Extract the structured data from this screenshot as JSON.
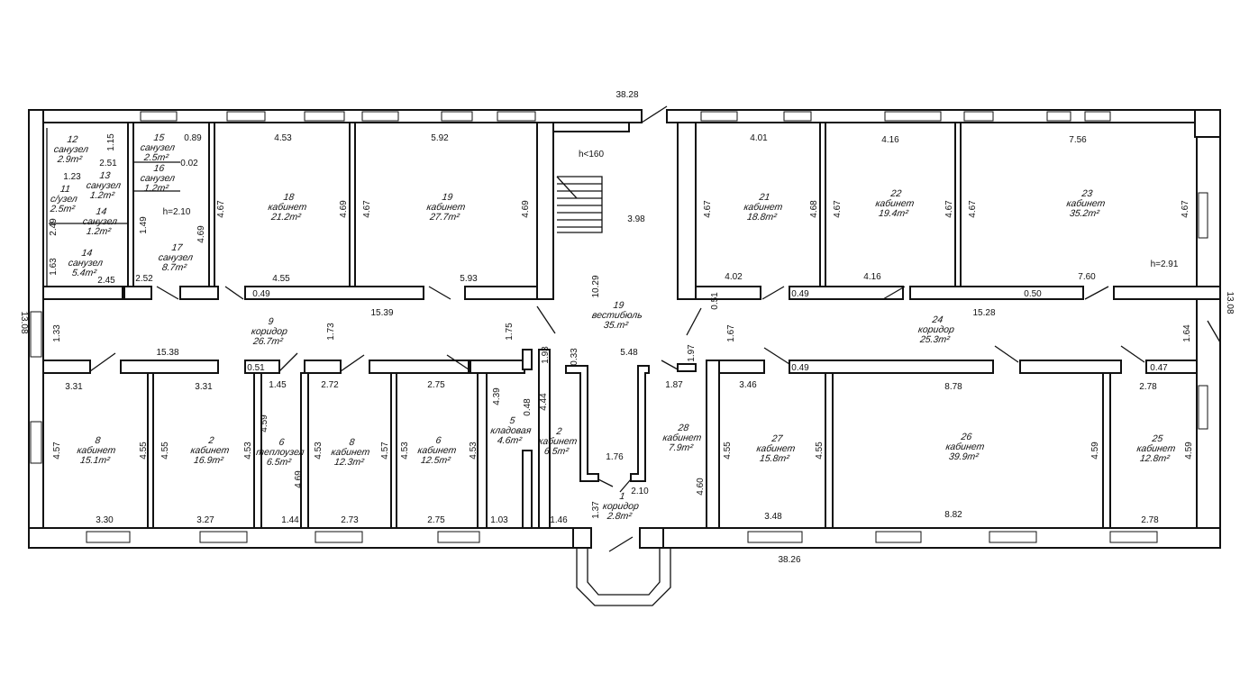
{
  "overall": {
    "top_length": "38.28",
    "bottom_length": "38.26",
    "left_height": "13.08",
    "right_height": "13.08"
  },
  "rooms": [
    {
      "id": "r12",
      "lines": [
        "12",
        "санузел",
        "2.9m²"
      ]
    },
    {
      "id": "r13",
      "lines": [
        "13",
        "санузел",
        "1.2m²"
      ]
    },
    {
      "id": "r11",
      "lines": [
        "11",
        "с/узел",
        "2.5m²"
      ]
    },
    {
      "id": "r14a",
      "lines": [
        "14",
        "санузел",
        "1.2m²"
      ]
    },
    {
      "id": "r14b",
      "lines": [
        "14",
        "санузел",
        "5.4m²"
      ]
    },
    {
      "id": "r15",
      "lines": [
        "15",
        "санузел",
        "2.5m²"
      ]
    },
    {
      "id": "r16",
      "lines": [
        "16",
        "санузел",
        "1.2m²"
      ]
    },
    {
      "id": "r17",
      "lines": [
        "17",
        "санузел",
        "8.7m²"
      ]
    },
    {
      "id": "r18",
      "lines": [
        "18",
        "кабинет",
        "21.2m²"
      ]
    },
    {
      "id": "r19a",
      "lines": [
        "19",
        "кабинет",
        "27.7m²"
      ]
    },
    {
      "id": "r21",
      "lines": [
        "21",
        "кабинет",
        "18.8m²"
      ]
    },
    {
      "id": "r22",
      "lines": [
        "22",
        "кабинет",
        "19.4m²"
      ]
    },
    {
      "id": "r23",
      "lines": [
        "23",
        "кабинет",
        "35.2m²"
      ]
    },
    {
      "id": "r9",
      "lines": [
        "9",
        "коридор",
        "26.7m²"
      ]
    },
    {
      "id": "r19hall",
      "lines": [
        "19",
        "вестибюль",
        "35.m²"
      ]
    },
    {
      "id": "r24",
      "lines": [
        "24",
        "коридор",
        "25.3m²"
      ]
    },
    {
      "id": "r8a",
      "lines": [
        "8",
        "кабинет",
        "15.1m²"
      ]
    },
    {
      "id": "r2a",
      "lines": [
        "2",
        "кабинет",
        "16.9m²"
      ]
    },
    {
      "id": "r6a",
      "lines": [
        "6",
        "теплоузел",
        "6.5m²"
      ]
    },
    {
      "id": "r8b",
      "lines": [
        "8",
        "кабинет",
        "12.3m²"
      ]
    },
    {
      "id": "r6b",
      "lines": [
        "6",
        "кабинет",
        "12.5m²"
      ]
    },
    {
      "id": "r5",
      "lines": [
        "5",
        "кладовая",
        "4.6m²"
      ]
    },
    {
      "id": "r2b",
      "lines": [
        "2",
        "кабинет",
        "6.5m²"
      ]
    },
    {
      "id": "r1",
      "lines": [
        "1",
        "коридор",
        "2.8m²"
      ]
    },
    {
      "id": "r28",
      "lines": [
        "28",
        "кабинет",
        "7.9m²"
      ]
    },
    {
      "id": "r27",
      "lines": [
        "27",
        "кабинет",
        "15.8m²"
      ]
    },
    {
      "id": "r26",
      "lines": [
        "26",
        "кабинет",
        "39.9m²"
      ]
    },
    {
      "id": "r25",
      "lines": [
        "25",
        "кабинет",
        "12.8m²"
      ]
    }
  ],
  "dimensions": [
    "0.89",
    "0.02",
    "1.15",
    "2.51",
    "1.23",
    "2.49",
    "1.63",
    "1.49",
    "4.69",
    "2.45",
    "2.52",
    "h=2.10",
    "4.53",
    "4.67",
    "4.69",
    "4.55",
    "0.49",
    "5.92",
    "4.67",
    "4.69",
    "5.93",
    "h<160",
    "3.98",
    "10.29",
    "4.01",
    "4.67",
    "4.68",
    "4.02",
    "4.16",
    "4.67",
    "4.67",
    "4.16",
    "7.56",
    "4.67",
    "4.67",
    "7.60",
    "h=2.91",
    "0.50",
    "0.49",
    "0.51",
    "1.33",
    "15.39",
    "1.73",
    "1.75",
    "15.38",
    "3.31",
    "3.31",
    "0.51",
    "1.45",
    "2.72",
    "2.75",
    "1.93",
    "0.33",
    "5.48",
    "1.97",
    "1.67",
    "15.28",
    "1.64",
    "0.49",
    "0.47",
    "4.57",
    "4.55",
    "4.55",
    "4.59",
    "4.53",
    "4.53",
    "4.57",
    "4.53",
    "4.53",
    "4.69",
    "4.39",
    "0.48",
    "4.44",
    "3.30",
    "3.27",
    "1.44",
    "2.73",
    "2.75",
    "1.03",
    "1.46",
    "1.76",
    "1.37",
    "2.10",
    "1.87",
    "4.60",
    "3.46",
    "4.55",
    "4.55",
    "3.48",
    "8.78",
    "8.82",
    "4.59",
    "2.78",
    "4.59",
    "2.78"
  ]
}
